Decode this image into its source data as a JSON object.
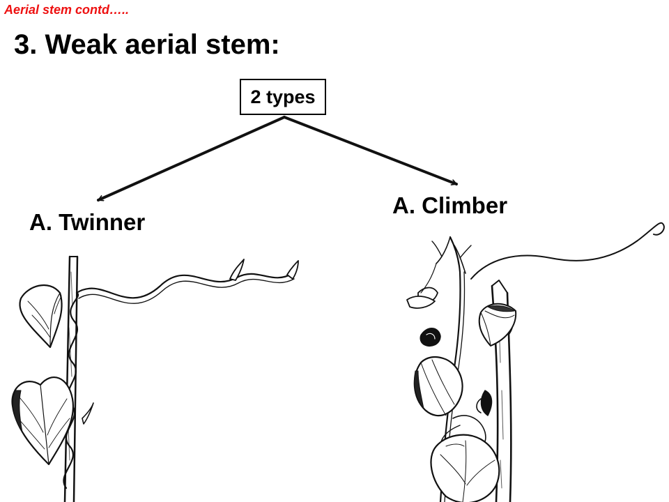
{
  "header": {
    "running_text": "Aerial stem contd….."
  },
  "slide": {
    "title": "3. Weak aerial stem:"
  },
  "diagram": {
    "root_label": "2 types",
    "branches": [
      {
        "label": "A. Twinner",
        "illustration": "twining-plant-illustration"
      },
      {
        "label": "A. Climber",
        "illustration": "climbing-plant-illustration"
      }
    ]
  },
  "colors": {
    "header_text": "#ee1111",
    "body_text": "#000000",
    "background": "#ffffff",
    "arrow": "#111111"
  }
}
